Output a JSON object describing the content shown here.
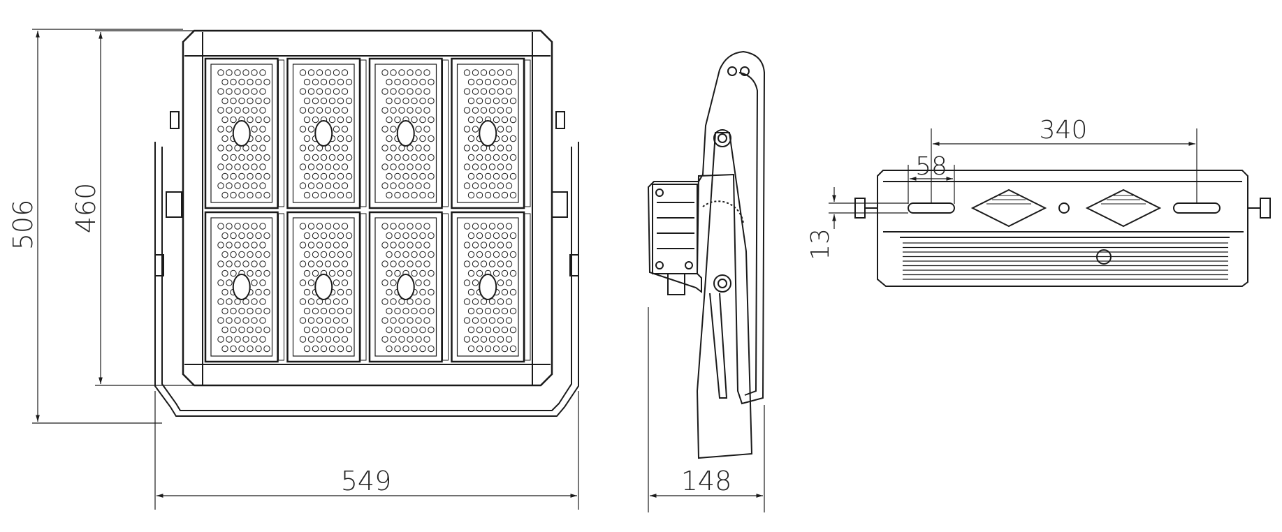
{
  "dimensions": {
    "overall_height": "506",
    "body_height": "460",
    "overall_width": "549",
    "side_depth": "148",
    "slot_spacing": "340",
    "slot_width": "58",
    "slot_height": "13"
  },
  "colors": {
    "line": "#1a1a1a",
    "background": "#ffffff"
  },
  "module_grid": {
    "rows": 2,
    "columns": 4
  }
}
